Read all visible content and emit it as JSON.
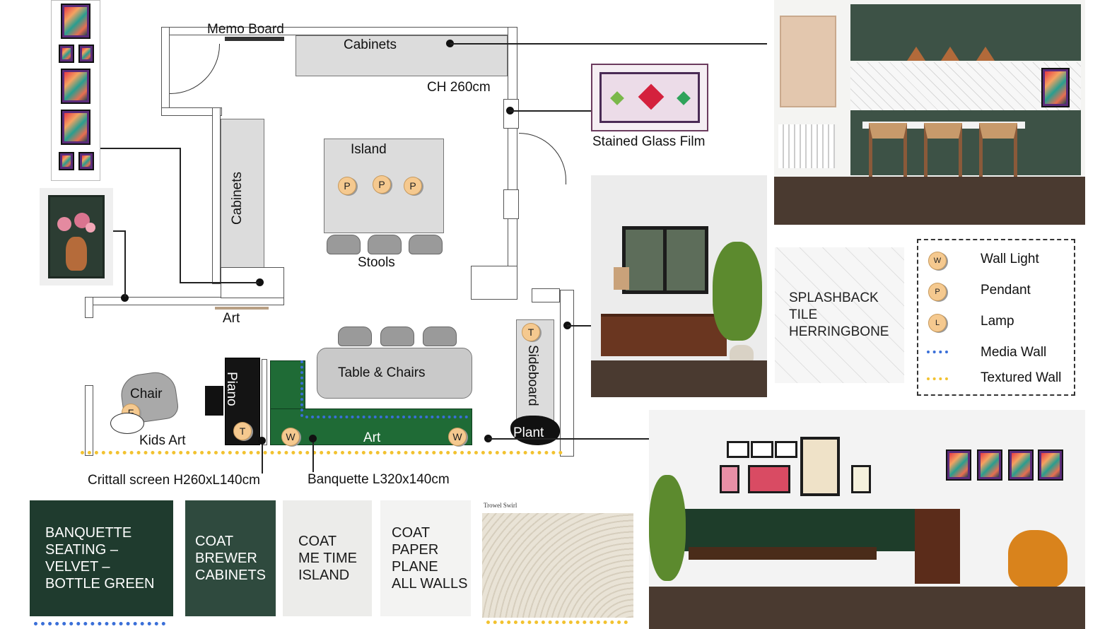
{
  "floorplan": {
    "labels": {
      "memo_board": "Memo Board",
      "cabinets_top": "Cabinets",
      "ceiling_height": "CH 260cm",
      "cabinets_side": "Cabinets",
      "island": "Island",
      "stools": "Stools",
      "art_mid": "Art",
      "table_chairs": "Table & Chairs",
      "sideboard": "Sideboard",
      "piano": "Piano",
      "chair": "Chair",
      "kids_art": "Kids Art",
      "art_banquette": "Art",
      "plant": "Plant",
      "stained_glass": "Stained Glass Film",
      "crittall": "Crittall screen H260xL140cm",
      "banquette": "Banquette L320x140cm"
    },
    "badges": {
      "island_p1": "P",
      "island_p2": "P",
      "island_p3": "P",
      "sideboard_t": "T",
      "piano_t": "T",
      "chair_f": "F",
      "banquette_w1": "W",
      "banquette_w2": "W"
    }
  },
  "legend": {
    "items": [
      {
        "symbol": "W",
        "label": "Wall Light"
      },
      {
        "symbol": "P",
        "label": "Pendant"
      },
      {
        "symbol": "L",
        "label": "Lamp"
      },
      {
        "symbol": "",
        "label": "Media Wall"
      },
      {
        "symbol": "",
        "label": "Textured Wall"
      }
    ],
    "media_wall_color": "#3a6fd8",
    "textured_wall_color": "#f2c230"
  },
  "splashback": {
    "text": "SPLASHBACK\nTILE\nHERRINGBONE"
  },
  "swatches": [
    {
      "text": "BANQUETTE\nSEATING –\nVELVET –\nBOTTLE GREEN",
      "color": "#1f3b2e",
      "text_color": "#ffffff"
    },
    {
      "text": "COAT\nBREWER\nCABINETS",
      "color": "#2f4a3e",
      "text_color": "#ffffff"
    },
    {
      "text": "COAT\nME TIME\nISLAND",
      "color": "#ececea",
      "text_color": "#1a1a1a"
    },
    {
      "text": "COAT\nPAPER\nPLANE\nALL WALLS",
      "color": "#f3f3f2",
      "text_color": "#1a1a1a"
    }
  ],
  "trowel": {
    "caption": "Trowel Swirl"
  },
  "colors": {
    "cabinet_green": "#3d5246",
    "velvet_green": "#1f6b36",
    "wood": "#5b3a22",
    "floor": "#4a3a30"
  }
}
